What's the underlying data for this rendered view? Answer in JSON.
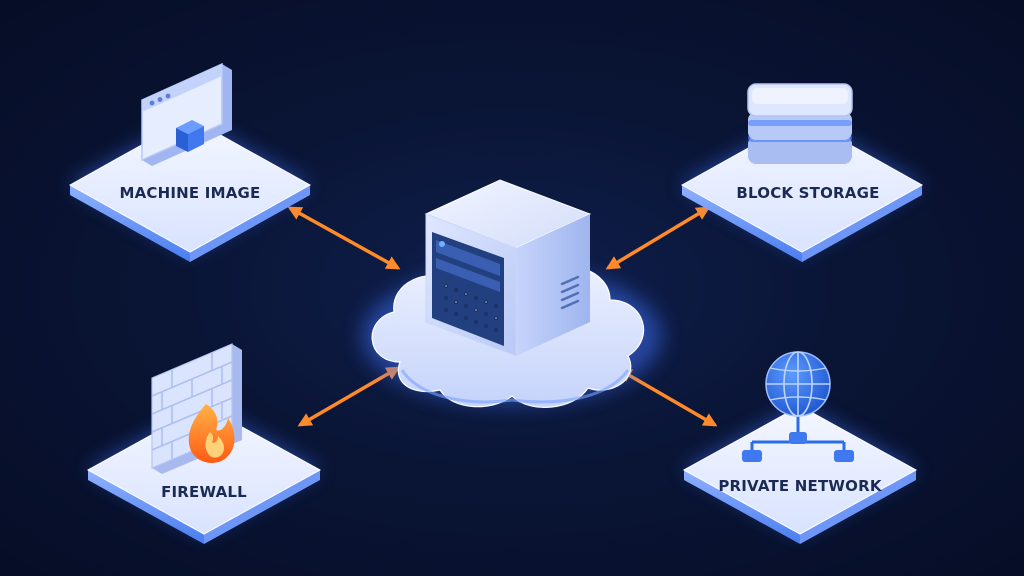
{
  "components": {
    "machine_image": {
      "label": "MACHINE IMAGE"
    },
    "block_storage": {
      "label": "BLOCK STORAGE"
    },
    "firewall": {
      "label": "FIREWALL"
    },
    "private_network": {
      "label": "PRIVATE NETWORK"
    }
  },
  "colors": {
    "background": "#081231",
    "tile_top": "#e8eeff",
    "tile_glow": "#4f86ff",
    "connector": "#ff8a2a",
    "label": "#1b2a55",
    "accent_blue": "#2b6de8",
    "flame": "#ff7a1a"
  }
}
